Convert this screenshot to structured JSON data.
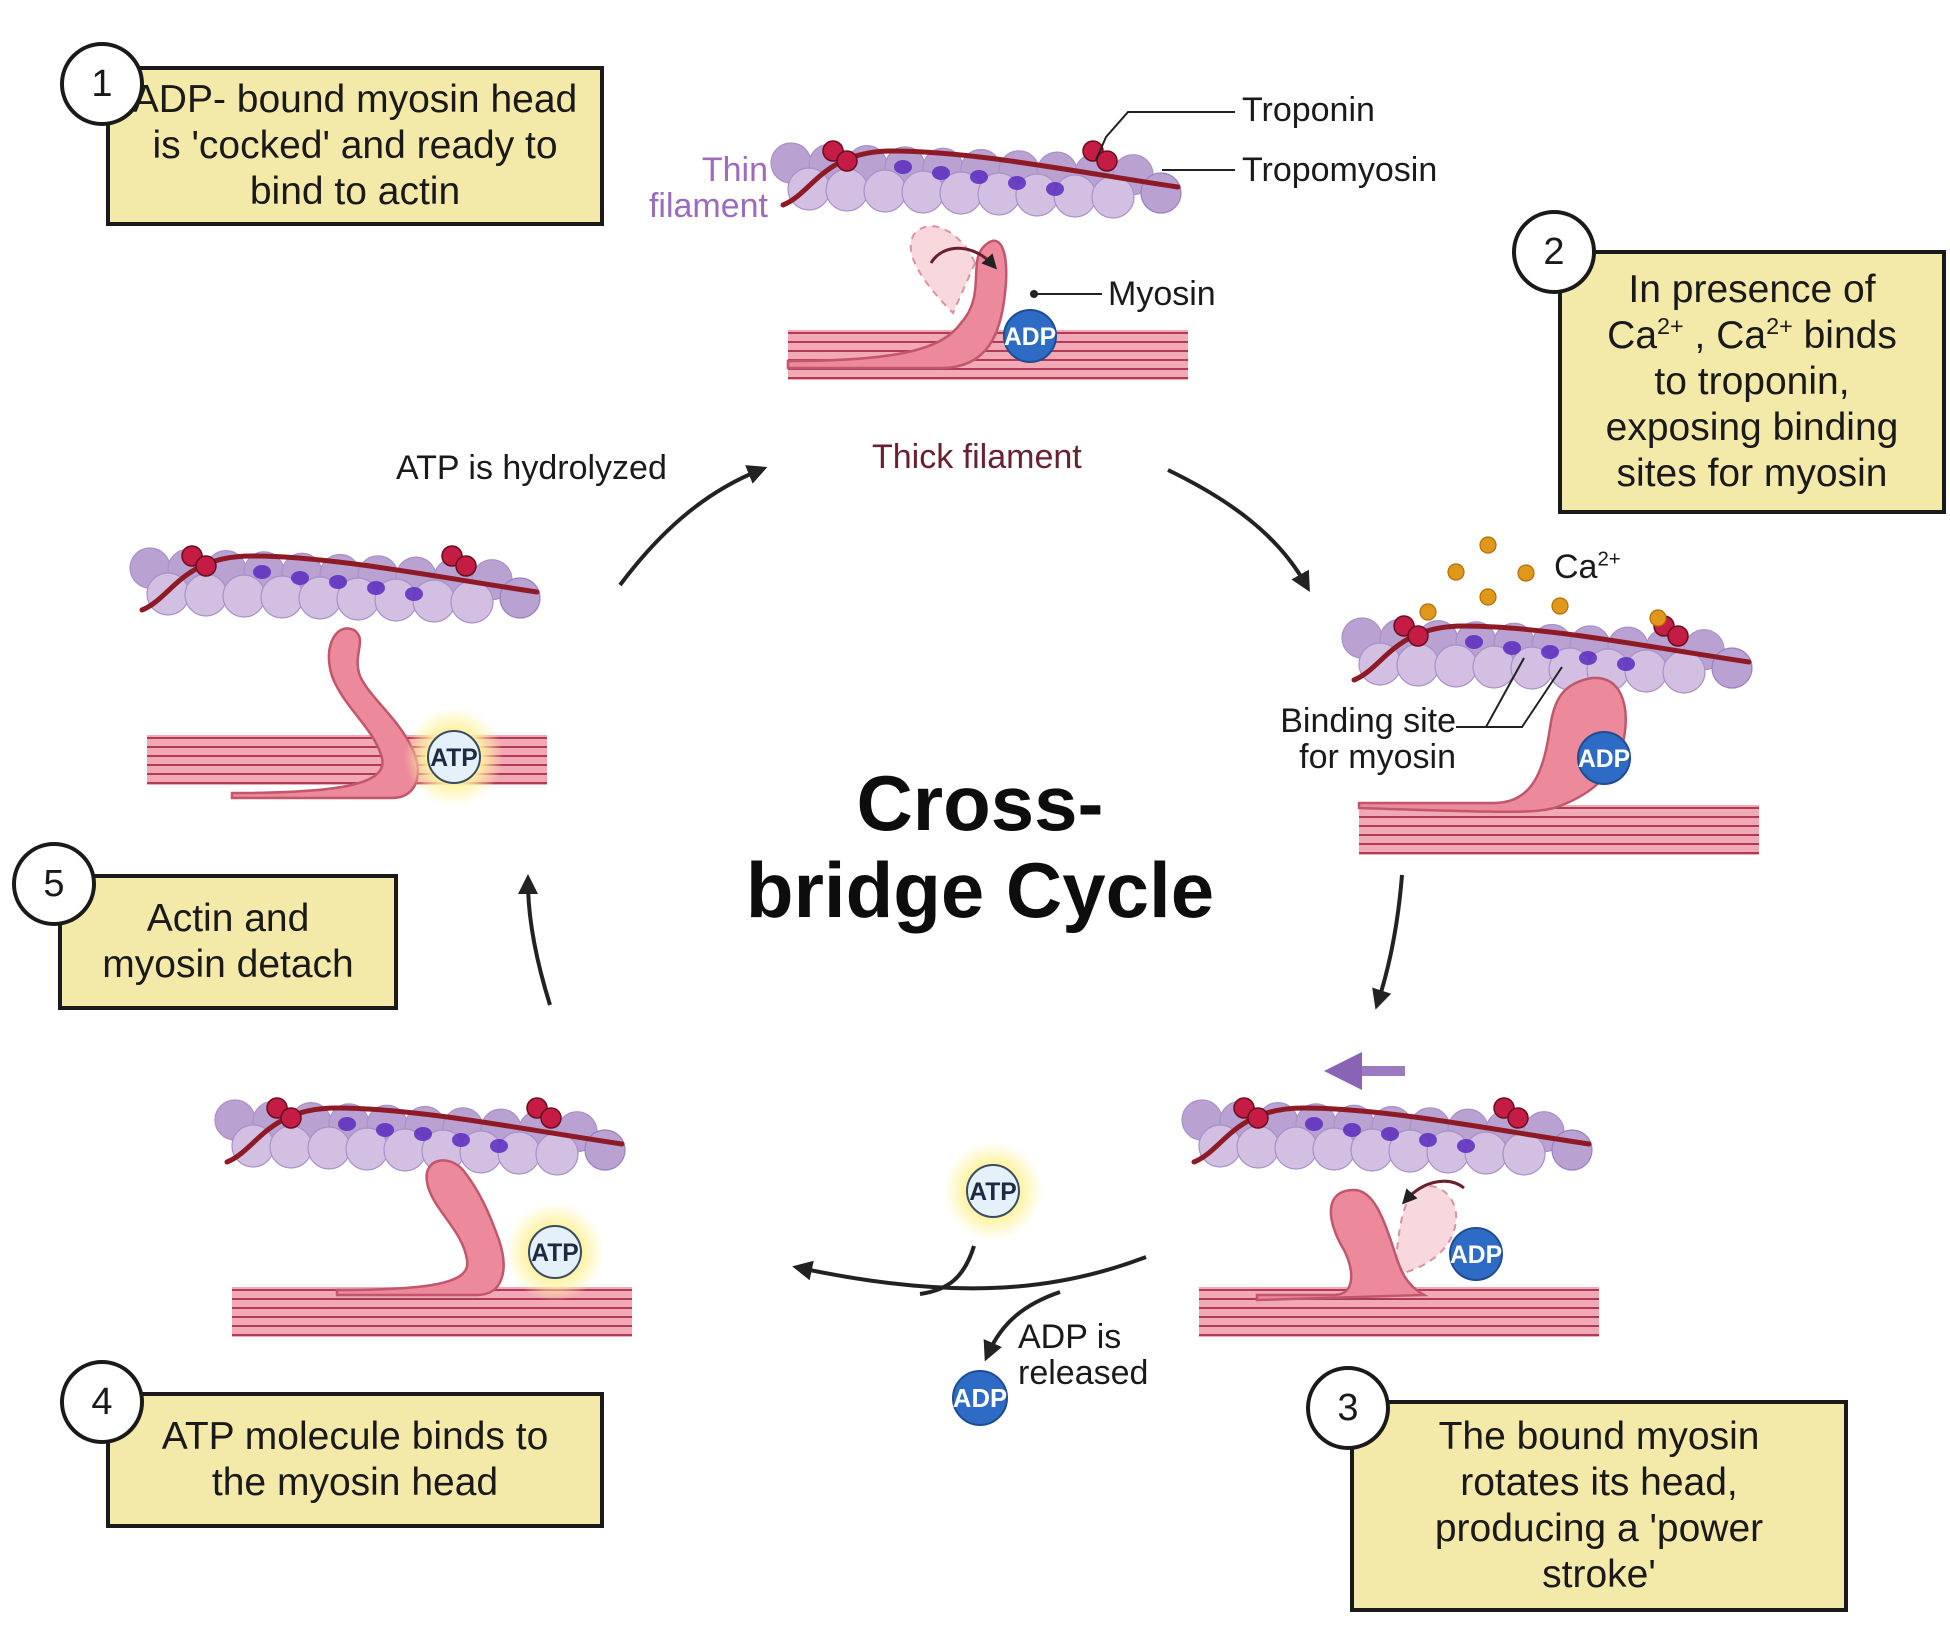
{
  "title": {
    "line1": "Cross-",
    "line2": "bridge Cycle"
  },
  "labels": {
    "troponin": "Troponin",
    "tropomyosin": "Tropomyosin",
    "thin_filament_l1": "Thin",
    "thin_filament_l2": "filament",
    "myosin": "Myosin",
    "thick_filament": "Thick filament",
    "calcium_base": "Ca",
    "calcium_charge": "2+",
    "binding_site_l1": "Binding site",
    "binding_site_l2": "for myosin",
    "atp_hydrolyzed": "ATP is hydrolyzed",
    "adp_released_l1": "ADP is",
    "adp_released_l2": "released"
  },
  "molecules": {
    "adp": "ADP",
    "atp": "ATP"
  },
  "steps": [
    {
      "num": "1",
      "text": "ADP- bound myosin head is 'cocked' and ready to bind to actin"
    },
    {
      "num": "2",
      "l1": "In presence of",
      "ca": "Ca",
      "charge": "2+",
      "mid": " , Ca",
      "end": " binds",
      "rest": "to troponin, exposing binding sites for myosin"
    },
    {
      "num": "3",
      "text": "The bound myosin rotates its head, producing a 'power stroke'"
    },
    {
      "num": "4",
      "text": "ATP molecule binds to the myosin head"
    },
    {
      "num": "5",
      "text": "Actin and myosin detach"
    }
  ],
  "colors": {
    "box_fill": "#f3e9a9",
    "actin_light": "#d2bfe2",
    "actin_mid": "#b9a2d2",
    "actin_site": "#5a2bc0",
    "tropomyosin": "#8e1a26",
    "troponin": "#c41c44",
    "myosin": "#ec8a9c",
    "thick_line": "#b23a55",
    "adp": "#2e6bc4",
    "atp": "#e4f0fa",
    "calcium": "#e0981a",
    "thin_label": "#9a6bbf",
    "thick_label": "#6b2030",
    "arrow": "#222222",
    "move_arrow": "#8a64b4"
  }
}
